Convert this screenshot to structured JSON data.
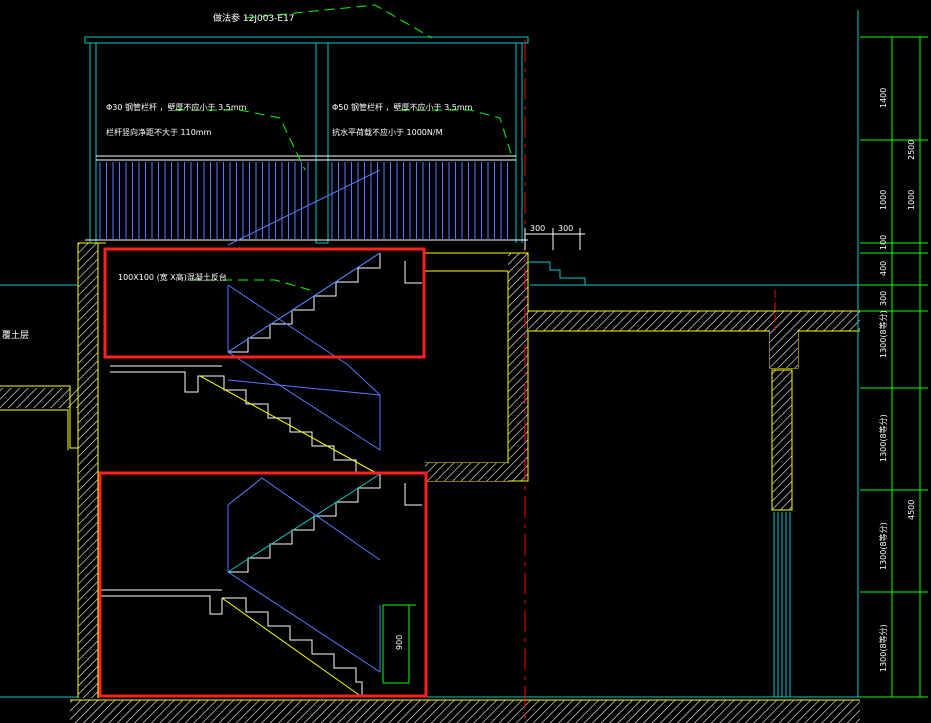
{
  "colors": {
    "background": "#000000",
    "wall_outline": "#ffff00",
    "stair_outline": "#ffffff",
    "railing": "#5a78ff",
    "ground": "#00c8c8",
    "leader": "#00ff00",
    "highlight": "#ff2020",
    "center_line": "#ff0000",
    "text": "#ffffff"
  },
  "labels": {
    "detail_ref": "做法参    12J003-E17",
    "railing_spec_left_1": "Φ30  钢管栏杆     ，壁厚不应小于         3.5mm",
    "railing_spec_left_2": "栏杆竖向净距不大于                  110mm",
    "railing_spec_right_1": "Φ50  钢管栏杆     ，壁厚不应小于         3.5mm",
    "railing_spec_right_2": "抗水平荷载不应小于                1000N/M",
    "beam_note": "100X100     (宽    X高)混凝土反台",
    "soil_layer": "覆土层",
    "dim_300_a": "300",
    "dim_300_b": "300",
    "dim_900": "900"
  },
  "dimensions_right": {
    "inner": [
      "1400",
      "1000",
      "100",
      "400",
      "300",
      "1300(8等分)",
      "1300(8等分)",
      "1300(8等分)",
      "1300(8等分)"
    ],
    "outer": [
      "2500",
      "1000",
      "4500"
    ]
  }
}
